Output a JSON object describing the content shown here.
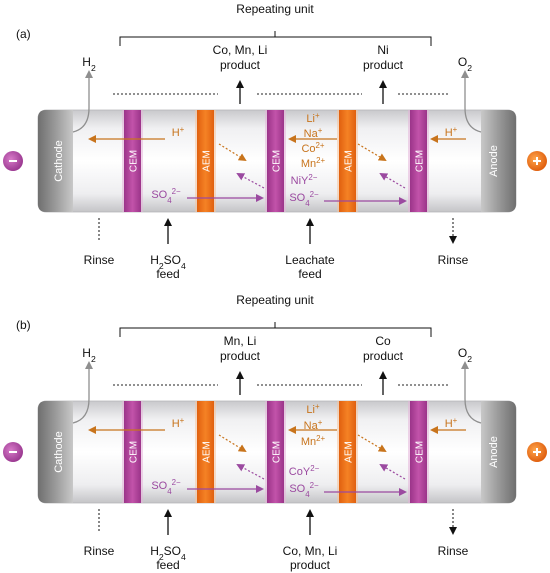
{
  "colors": {
    "cem": "#b8489e",
    "aem": "#ef6c1a",
    "cation": "#c8741c",
    "anion": "#9b4aa0",
    "electrode": "#8a8a8a",
    "gas": "#8f8f8f",
    "plus_terminal": "#f07a1c",
    "minus_terminal": "#b44aa8"
  },
  "icons": {
    "negative_terminal": "minus-icon",
    "positive_terminal": "plus-icon"
  },
  "panels": [
    {
      "label": "(a)",
      "repeating_unit": "Repeating unit",
      "gas_left": [
        "H",
        "2"
      ],
      "gas_right": [
        "O",
        "2"
      ],
      "product_left": [
        "Co, Mn, Li",
        "product"
      ],
      "product_right": [
        "Ni",
        "product"
      ],
      "cathode": "Cathode",
      "anode": "Anode",
      "membranes": [
        "CEM",
        "AEM",
        "CEM",
        "AEM",
        "CEM"
      ],
      "cations": [
        [
          "Li",
          "+"
        ],
        [
          "Na",
          "+"
        ],
        [
          "Co",
          "2+"
        ],
        [
          "Mn",
          "2+"
        ]
      ],
      "h_plus": [
        "H",
        "+"
      ],
      "so4": [
        "SO",
        "4",
        "2−"
      ],
      "complex": [
        "NiY",
        "2−"
      ],
      "rinse_left": "Rinse",
      "feed_left": [
        "H",
        "2",
        "SO",
        "4"
      ],
      "feed_left_word": "feed",
      "feed_mid": [
        "Leachate",
        "feed"
      ],
      "rinse_right": "Rinse"
    },
    {
      "label": "(b)",
      "repeating_unit": "Repeating unit",
      "gas_left": [
        "H",
        "2"
      ],
      "gas_right": [
        "O",
        "2"
      ],
      "product_left": [
        "Mn, Li",
        "product"
      ],
      "product_right": [
        "Co",
        "product"
      ],
      "cathode": "Cathode",
      "anode": "Anode",
      "membranes": [
        "CEM",
        "AEM",
        "CEM",
        "AEM",
        "CEM"
      ],
      "cations": [
        [
          "Li",
          "+"
        ],
        [
          "Na",
          "+"
        ],
        [
          "Mn",
          "2+"
        ]
      ],
      "h_plus": [
        "H",
        "+"
      ],
      "so4": [
        "SO",
        "4",
        "2−"
      ],
      "complex": [
        "CoY",
        "2−"
      ],
      "rinse_left": "Rinse",
      "feed_left": [
        "H",
        "2",
        "SO",
        "4"
      ],
      "feed_left_word": "feed",
      "feed_mid": [
        "Co, Mn, Li",
        "product"
      ],
      "rinse_right": "Rinse"
    }
  ]
}
